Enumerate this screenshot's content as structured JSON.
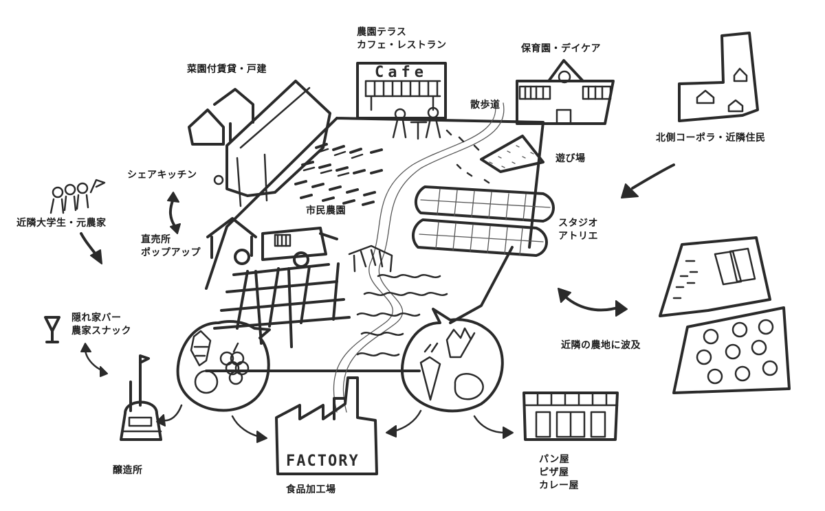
{
  "labels": {
    "farm_terrace": "農園テラス\nカフェ・レストラン",
    "nursery": "保育園・デイケア",
    "rental_houses": "菜園付賃貸・戸建",
    "promenade": "散歩道",
    "north_residents": "北側コーポラ・近隣住民",
    "playground": "遊び場",
    "share_kitchen": "シェアキッチン",
    "citizen_farm": "市民農園",
    "studio": "スタジオ\nアトリエ",
    "students": "近隣大学生・元農家",
    "direct_sales": "直売所\nポップアップ",
    "hidden_bar": "隠れ家バー\n農家スナック",
    "spread": "近隣の農地に波及",
    "brewery": "醸造所",
    "food_factory": "食品加工場",
    "shops": "パン屋\nピザ屋\nカレー屋"
  },
  "sketch_text": {
    "cafe_sign": "Cafe",
    "factory_sign": "FACTORY"
  },
  "colors": {
    "ink": "#2a2a2a",
    "paper": "#ffffff"
  }
}
